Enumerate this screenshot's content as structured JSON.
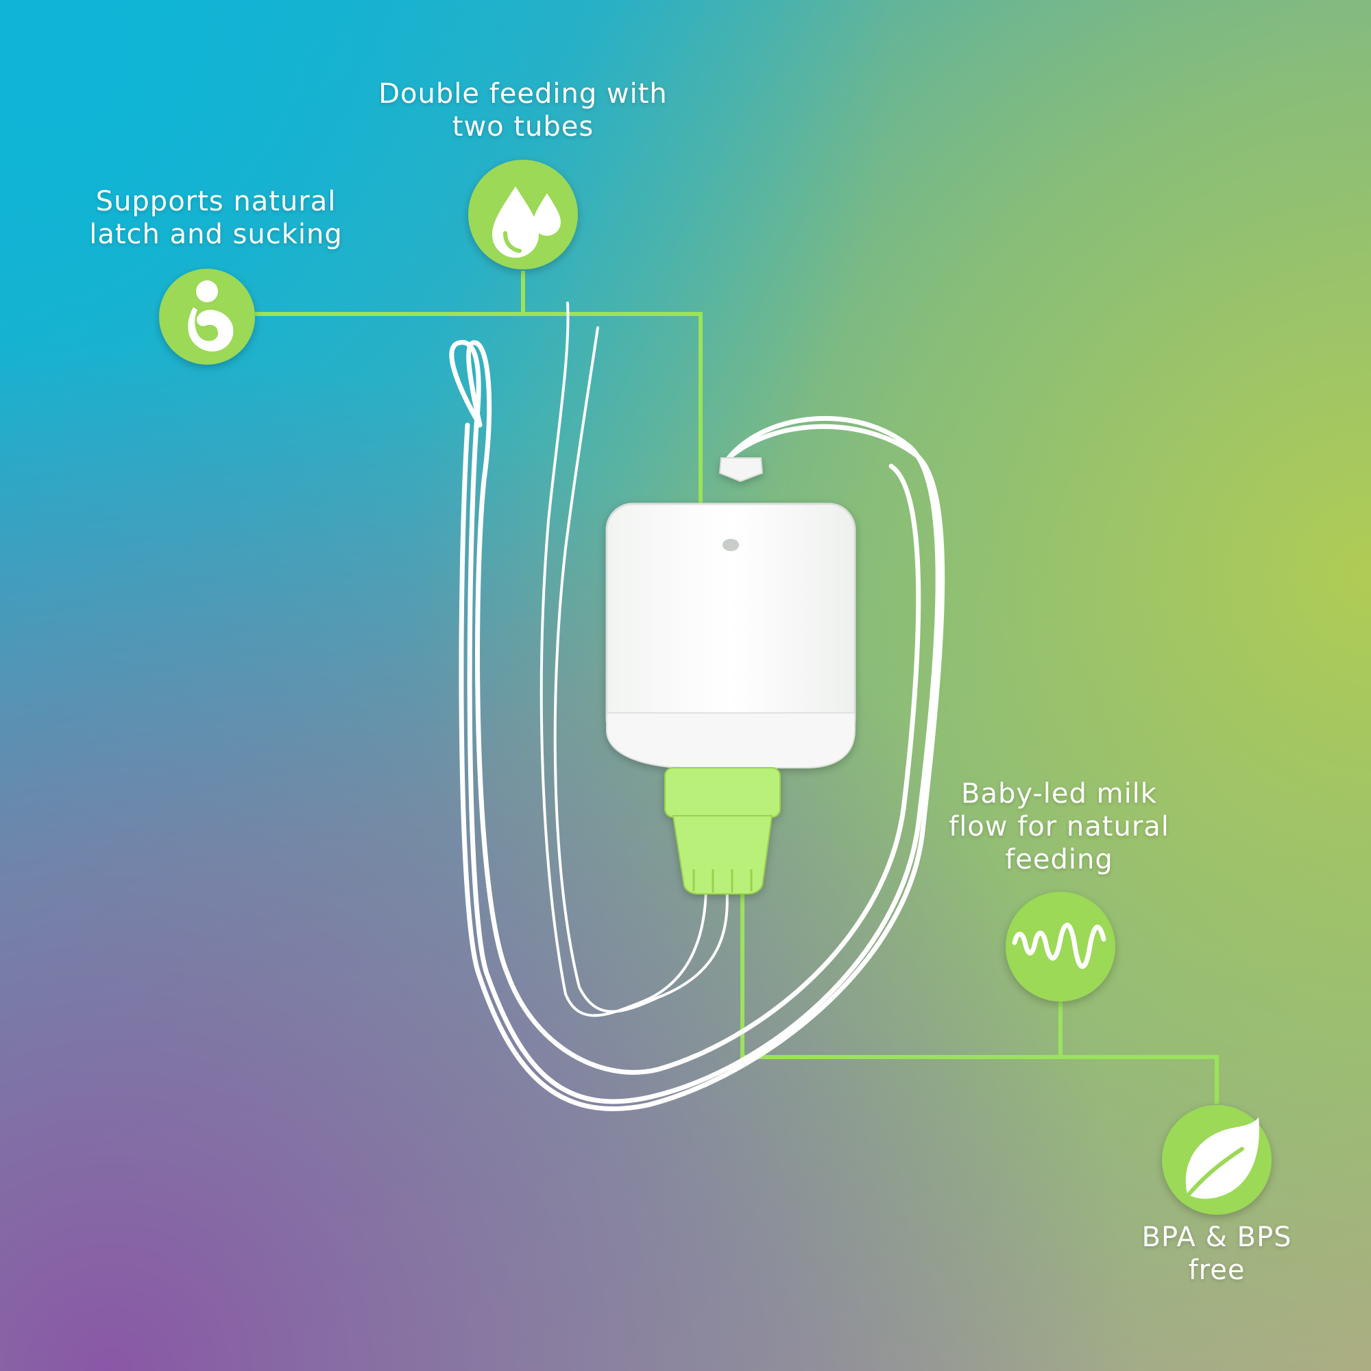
{
  "colors": {
    "accent_green": "#9bd957",
    "connector_green": "#9be35a",
    "bg_top_left": "#0fb2d2",
    "bg_top_right": "#8ec36b",
    "bg_right": "#a9c95a",
    "bg_bottom_left": "#8a5aa6",
    "bg_bottom_right": "#b1a48e",
    "nozzle_green": "#b9f07a",
    "text": "#ffffff"
  },
  "features": [
    {
      "id": "natural-latch",
      "icon": "breastfeeding-mother-baby-icon",
      "lines": [
        "Supports natural",
        "latch and sucking"
      ]
    },
    {
      "id": "double-feeding",
      "icon": "milk-drops-icon",
      "lines": [
        "Double feeding with",
        "two tubes"
      ]
    },
    {
      "id": "milk-flow",
      "icon": "wave-flow-icon",
      "lines": [
        "Baby-led milk",
        "flow for natural",
        "feeding"
      ]
    },
    {
      "id": "bpa-free",
      "icon": "leaf-icon",
      "lines": [
        "BPA & BPS",
        "free"
      ]
    }
  ],
  "product": {
    "icon": "feeding-system-bottle-icon"
  }
}
